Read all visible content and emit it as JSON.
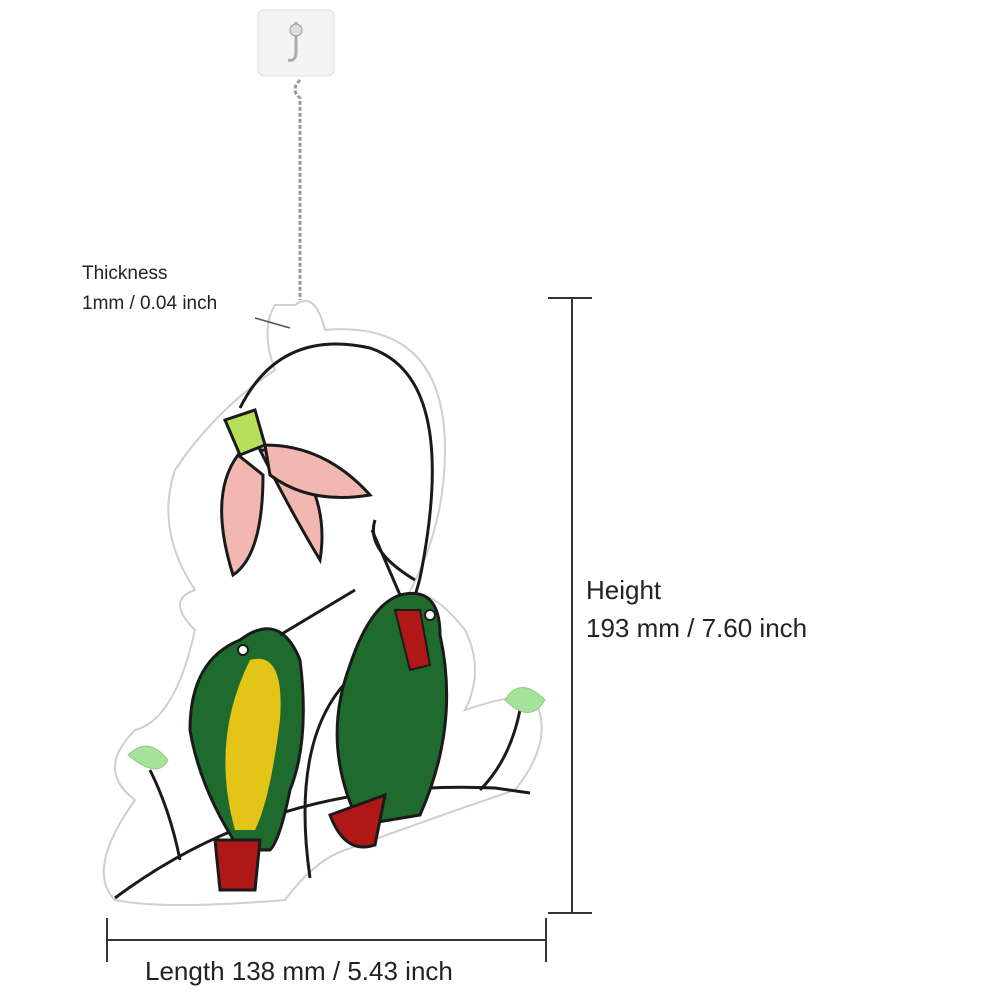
{
  "thickness": {
    "title": "Thickness",
    "value": "1mm / 0.04 inch"
  },
  "height": {
    "title": "Height",
    "value": "193 mm / 7.60 inch"
  },
  "length": {
    "label": "Length 138 mm / 5.43 inch"
  },
  "colors": {
    "outline": "#1a1a1a",
    "flower": "#f2b7b0",
    "flower_base": "#b7e05a",
    "bird_green": "#1f6b2e",
    "bird_yellow": "#e3c51a",
    "bird_red": "#b01818",
    "leaf": "#a6e39a"
  }
}
